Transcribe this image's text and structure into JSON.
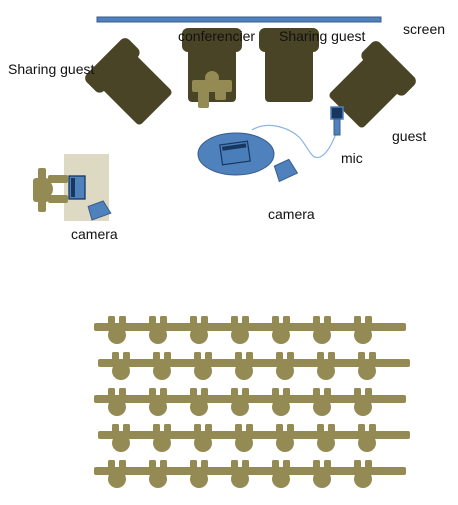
{
  "labels": {
    "screen": "screen",
    "conferencier": "conferencier",
    "sharing_guest_center": "Sharing guest",
    "sharing_guest_left": "Sharing guest",
    "guest": "guest",
    "mic": "mic",
    "camera_center": "camera",
    "camera_left": "camera"
  },
  "audience": {
    "rows": 5,
    "columns": 7
  },
  "colors": {
    "screen": "#4f81bd",
    "chair": "#4a4427",
    "person": "#948a54",
    "table": "#4f81bd",
    "desk": "#ddd9c3",
    "equipment": "#4f81bd",
    "cable": "#8eb4e3"
  }
}
